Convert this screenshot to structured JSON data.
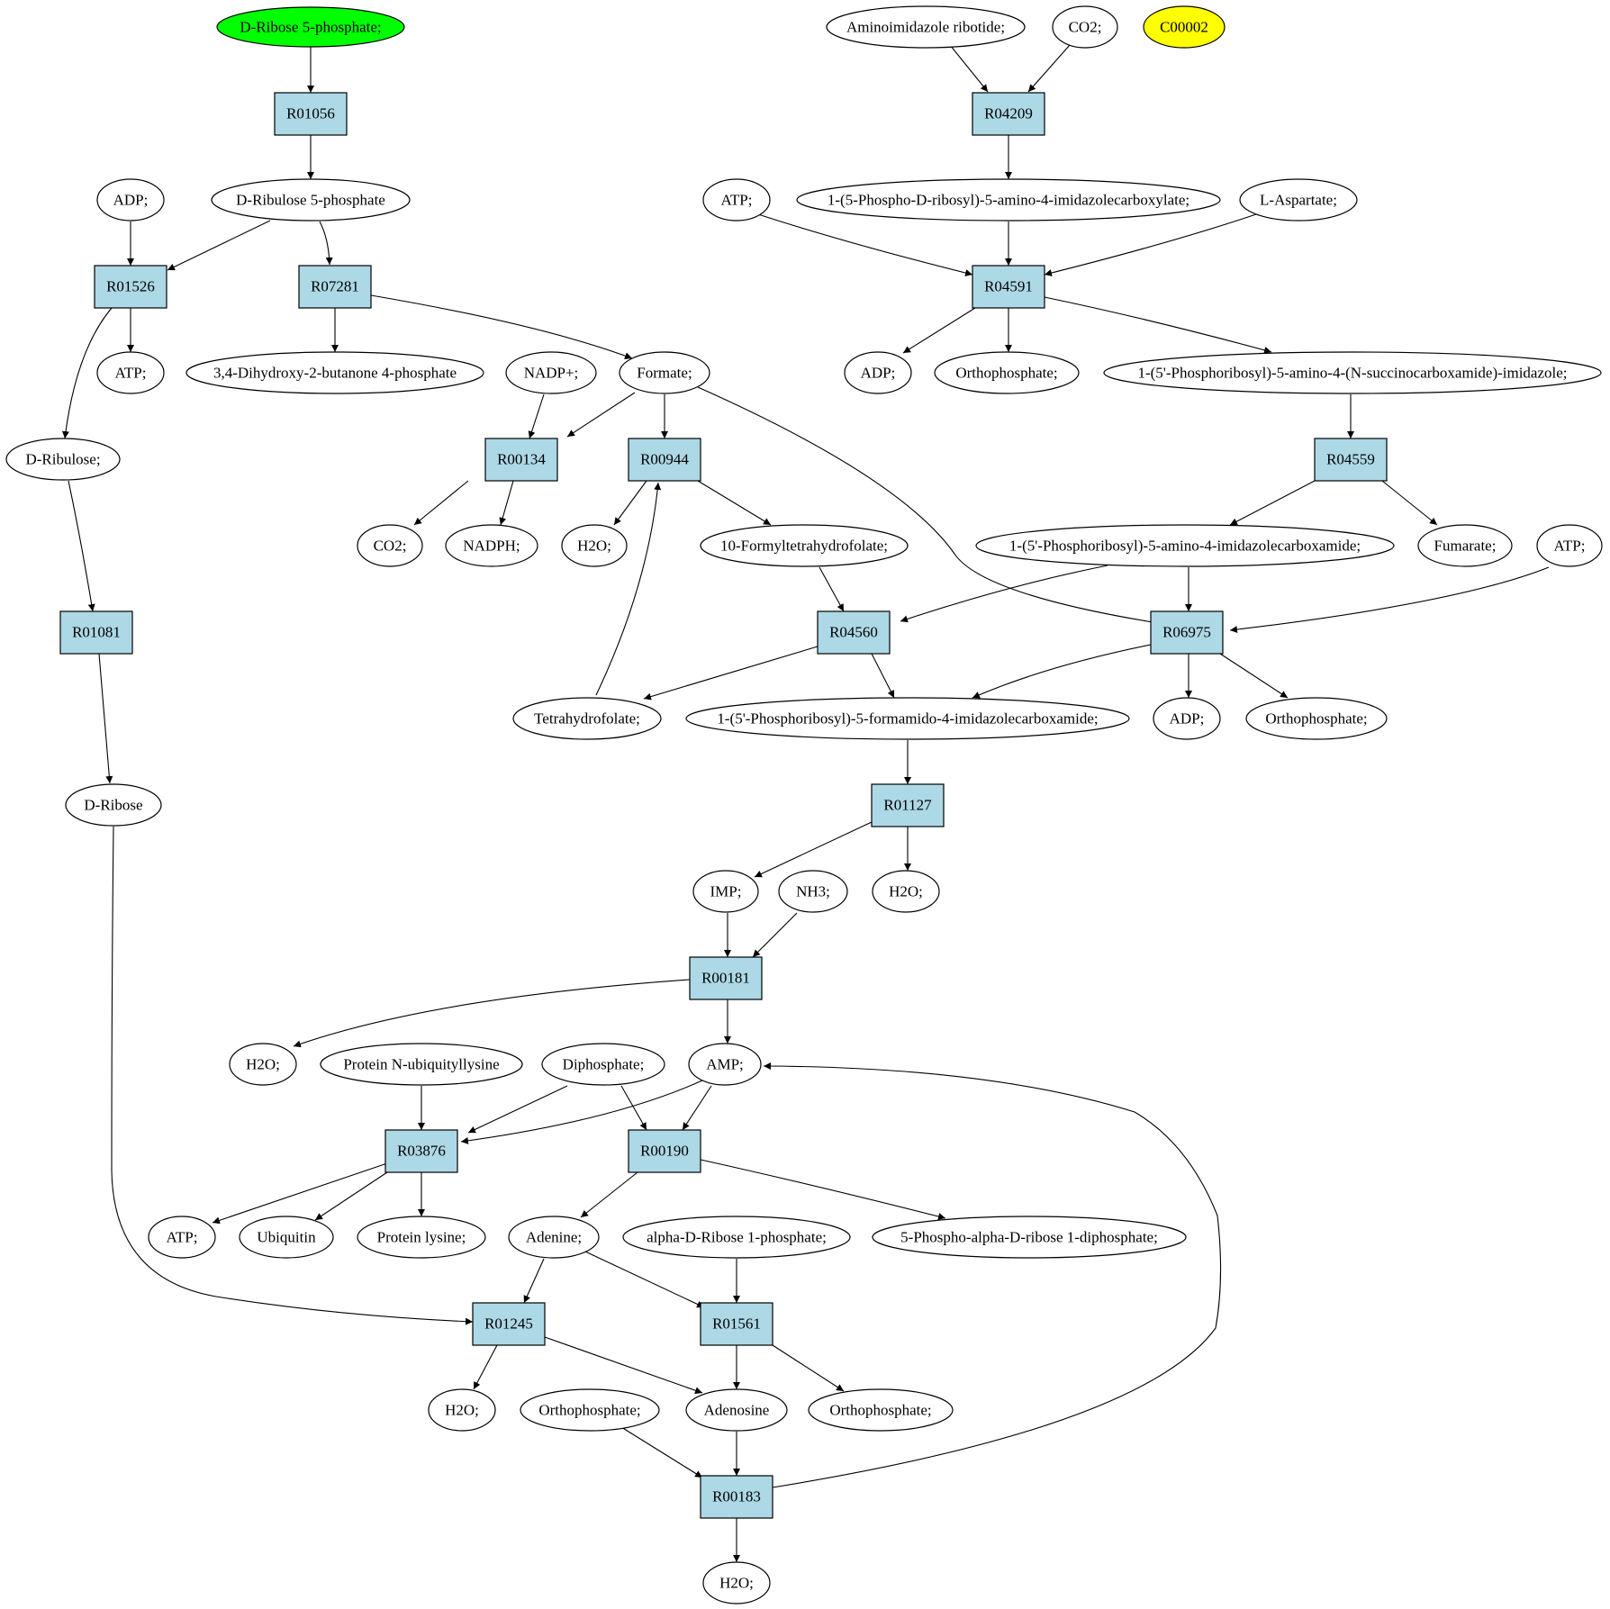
{
  "colors": {
    "reaction": "#add8e6",
    "start": "#00ff00",
    "highlight": "#ffff00",
    "compound": "#ffffff"
  },
  "nodes": {
    "c_ribose5p": "D-Ribose 5-phosphate;",
    "c_ribulose5p": "D-Ribulose 5-phosphate",
    "c_adp1": "ADP;",
    "c_atp1": "ATP;",
    "c_dihydroxy": "3,4-Dihydroxy-2-butanone 4-phosphate",
    "c_nadp": "NADP+;",
    "c_formate": "Formate;",
    "c_ribulose": "D-Ribulose;",
    "c_co2a": "CO2;",
    "c_nadph": "NADPH;",
    "c_h2o1": "H2O;",
    "c_formylthf": "10-Formyltetrahydrofolate;",
    "c_thf": "Tetrahydrofolate;",
    "c_dribose": "D-Ribose",
    "c_air": "Aminoimidazole ribotide;",
    "c_co2b": "CO2;",
    "c_c00002": "C00002",
    "c_atp2": "ATP;",
    "c_carboxylate": "1-(5-Phospho-D-ribosyl)-5-amino-4-imidazolecarboxylate;",
    "c_asp": "L-Aspartate;",
    "c_adp2": "ADP;",
    "c_pi1": "Orthophosphate;",
    "c_saicar": "1-(5'-Phosphoribosyl)-5-amino-4-(N-succinocarboxamide)-imidazole;",
    "c_aicar": "1-(5'-Phosphoribosyl)-5-amino-4-imidazolecarboxamide;",
    "c_fumarate": "Fumarate;",
    "c_atp3": "ATP;",
    "c_faicar": "1-(5'-Phosphoribosyl)-5-formamido-4-imidazolecarboxamide;",
    "c_adp3": "ADP;",
    "c_pi2": "Orthophosphate;",
    "c_imp": "IMP;",
    "c_nh3": "NH3;",
    "c_h2o2": "H2O;",
    "c_h2o3": "H2O;",
    "c_protubq": "Protein N-ubiquityllysine",
    "c_ppi": "Diphosphate;",
    "c_amp": "AMP;",
    "c_atp4": "ATP;",
    "c_ubiquitin": "Ubiquitin",
    "c_protlys": "Protein lysine;",
    "c_adenine": "Adenine;",
    "c_r1p": "alpha-D-Ribose 1-phosphate;",
    "c_prpp": "5-Phospho-alpha-D-ribose 1-diphosphate;",
    "c_h2o4": "H2O;",
    "c_pi3": "Orthophosphate;",
    "c_adenosine": "Adenosine",
    "c_pi4": "Orthophosphate;",
    "c_h2o5": "H2O;",
    "r01056": "R01056",
    "r01526": "R01526",
    "r07281": "R07281",
    "r00134": "R00134",
    "r00944": "R00944",
    "r01081": "R01081",
    "r04209": "R04209",
    "r04591": "R04591",
    "r04559": "R04559",
    "r04560": "R04560",
    "r06975": "R06975",
    "r01127": "R01127",
    "r00181": "R00181",
    "r03876": "R03876",
    "r00190": "R00190",
    "r01245": "R01245",
    "r01561": "R01561",
    "r00183": "R00183"
  }
}
